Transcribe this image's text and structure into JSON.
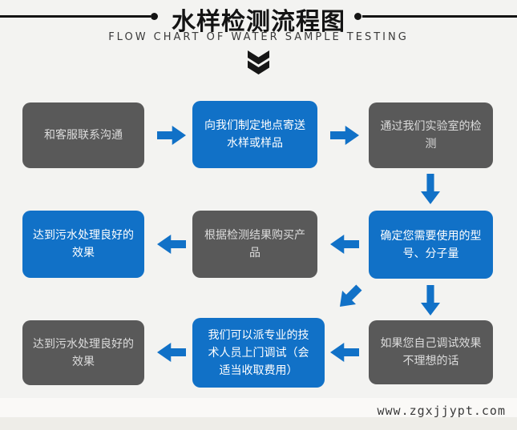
{
  "header": {
    "title": "水样检测流程图",
    "subtitle": "FLOW CHART OF WATER SAMPLE TESTING"
  },
  "icons": {
    "header_marker": "double-chevron-down",
    "connectors": [
      "arrow-right",
      "arrow-down",
      "arrow-left",
      "arrow-down-left"
    ]
  },
  "colors": {
    "background": "#f3f3f1",
    "step_blue": "#1171c7",
    "step_gray": "#595959",
    "arrow_blue": "#1171c7",
    "title_black": "#141414"
  },
  "flow": {
    "steps": [
      {
        "text": "和客服联系沟通",
        "color": "gray"
      },
      {
        "text": "向我们制定地点寄送水样或样品",
        "color": "blue"
      },
      {
        "text": "通过我们实验室的检测",
        "color": "gray"
      },
      {
        "text": "达到污水处理良好的效果",
        "color": "blue"
      },
      {
        "text": "根据检测结果购买产品",
        "color": "gray"
      },
      {
        "text": "确定您需要使用的型号、分子量",
        "color": "blue"
      },
      {
        "text": "达到污水处理良好的效果",
        "color": "gray"
      },
      {
        "text": "我们可以派专业的技术人员上门调试（会适当收取费用）",
        "color": "blue"
      },
      {
        "text": "如果您自己调试效果不理想的话",
        "color": "gray"
      }
    ]
  },
  "footer": {
    "website": "www.zgxjjypt.com"
  }
}
